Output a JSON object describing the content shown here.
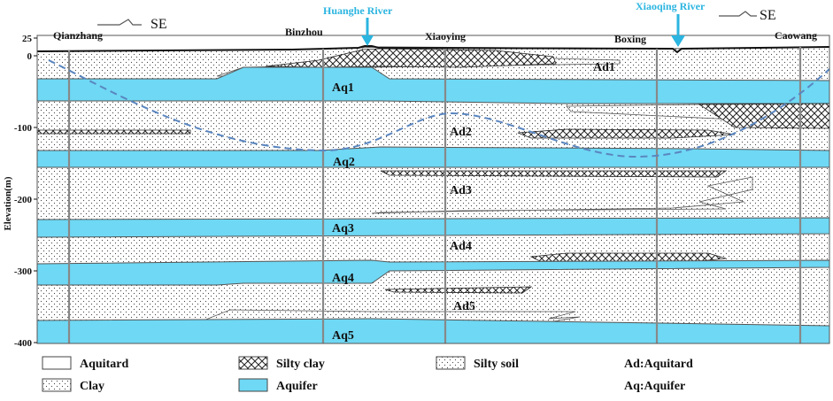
{
  "colors": {
    "aquifer": "#6fd8f4",
    "river": "#2bb5e0",
    "water_table": "#5a86c0",
    "outline": "#555555"
  },
  "axis": {
    "label": "Elevation(m)",
    "ticks": [
      "25",
      "0",
      "-100",
      "-200",
      "-300",
      "-400"
    ],
    "tick_values": [
      25,
      0,
      -100,
      -200,
      -300,
      -400
    ]
  },
  "towns": [
    "Qianzhang",
    "Binzhou",
    "Xiaoying",
    "Boxing",
    "Caowang"
  ],
  "rivers": [
    "Huanghe River",
    "Xiaoqing River"
  ],
  "direction": [
    "SE",
    "SE"
  ],
  "aquifers": [
    "Aq1",
    "Aq2",
    "Aq3",
    "Aq4",
    "Aq5"
  ],
  "aquitards": [
    "Ad1",
    "Ad2",
    "Ad3",
    "Ad4",
    "Ad5"
  ],
  "legend": {
    "aquitard": "Aquitard",
    "clay": "Clay",
    "silty_clay": "Silty clay",
    "aquifer": "Aquifer",
    "silty_soil": "Silty soil",
    "abbr_ad": "Ad:Aquitard",
    "abbr_aq": "Aq:Aquifer"
  }
}
